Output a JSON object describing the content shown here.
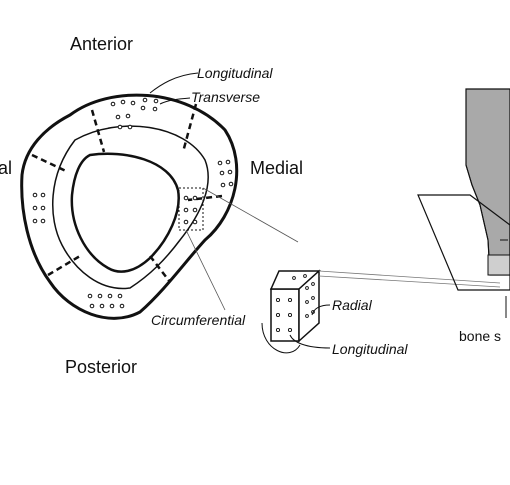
{
  "labels": {
    "anterior": "Anterior",
    "posterior": "Posterior",
    "medial": "Medial",
    "lateral_fragment": "al",
    "longitudinal_top": "Longitudinal",
    "transverse": "Transverse",
    "circumferential": "Circumferential",
    "radial": "Radial",
    "longitudinal_bottom": "Longitudinal",
    "bone_fragment": "bone s"
  },
  "colors": {
    "stroke": "#111111",
    "machine_body": "#a9a9a9",
    "machine_face": "#cfcfcf",
    "background": "#ffffff"
  }
}
